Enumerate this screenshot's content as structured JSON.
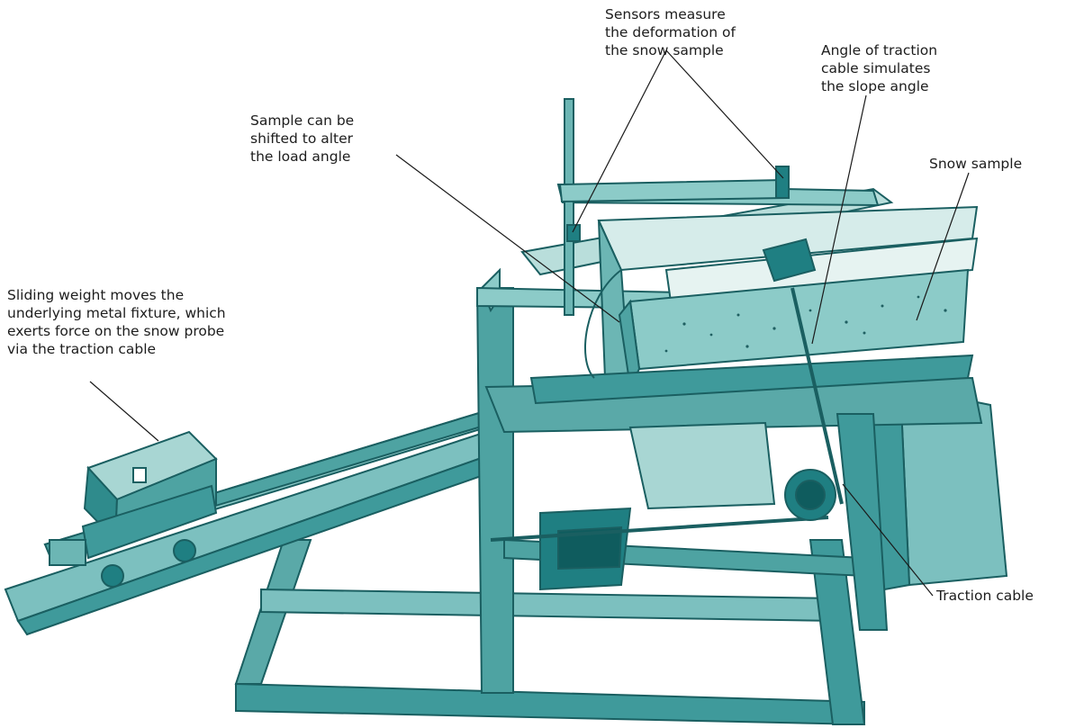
{
  "colors": {
    "teal_dark": "#1f7f82",
    "teal_mid": "#3f9a9b",
    "teal_light": "#7cc0bf",
    "teal_pale": "#b9dedb",
    "line": "#1a1a1a"
  },
  "labels": {
    "sensors": "Sensors measure\nthe deformation of\nthe snow sample",
    "angle": "Angle of traction\ncable simulates\nthe slope angle",
    "shifted": "Sample can be\nshifted to alter\nthe load angle",
    "snow_sample": "Snow sample",
    "sliding_weight": "Sliding weight moves the\nunderlying metal fixture, which\nexerts force on the snow probe\nvia the traction cable",
    "traction_cable": "Traction cable"
  }
}
